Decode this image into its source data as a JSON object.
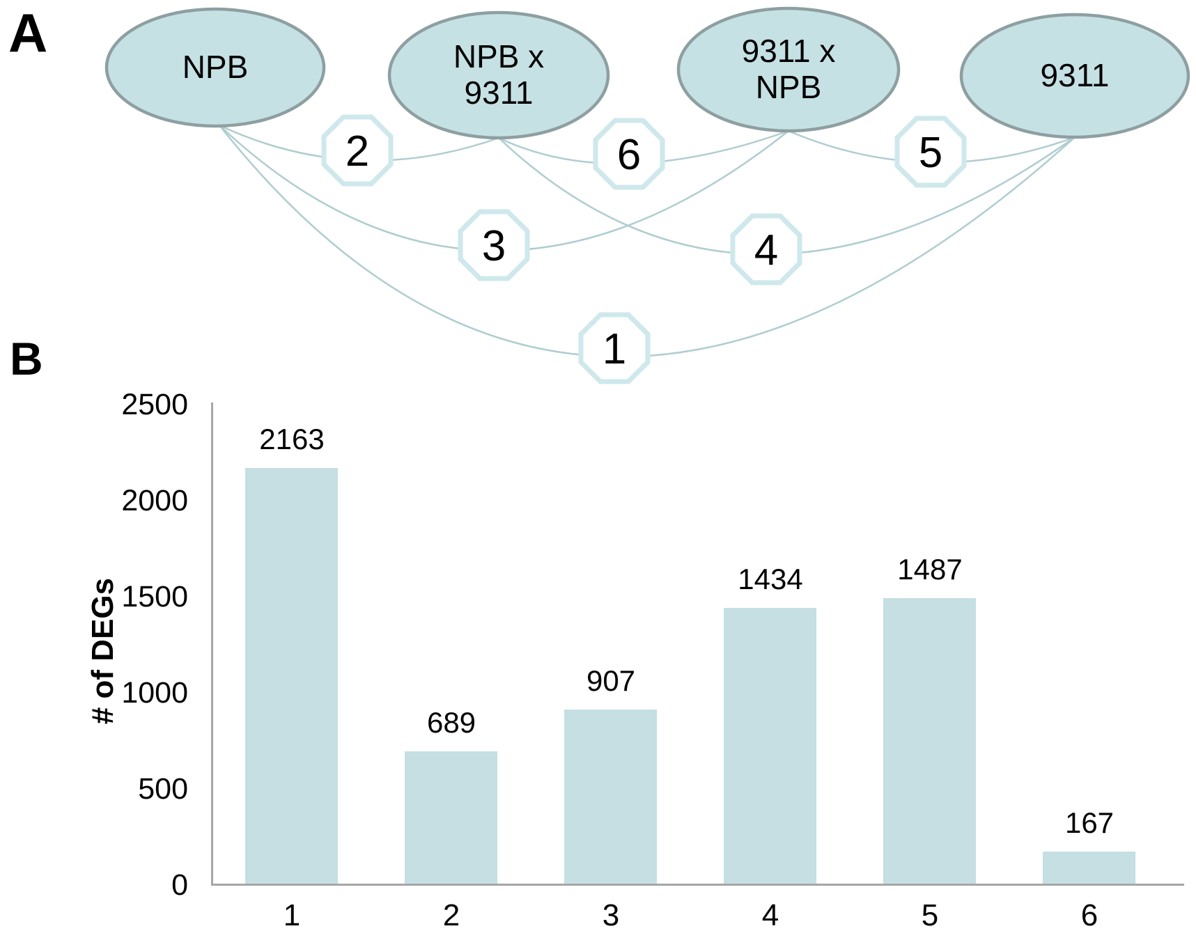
{
  "figure": {
    "panel_a_label": "A",
    "panel_b_label": "B"
  },
  "colors": {
    "node_fill": "#c6e1e4",
    "node_border": "#8e9fa1",
    "edge": "#b0cdd1",
    "badge_fill": "#ffffff",
    "badge_border": "#cee8eb",
    "axis": "#a6a6a6",
    "text": "#000000"
  },
  "diagram": {
    "nodes": [
      {
        "id": "NPB",
        "lines": [
          "NPB"
        ]
      },
      {
        "id": "NPB x 9311",
        "lines": [
          "NPB x",
          "9311"
        ]
      },
      {
        "id": "9311 x NPB",
        "lines": [
          "9311 x",
          "NPB"
        ]
      },
      {
        "id": "9311",
        "lines": [
          "9311"
        ]
      }
    ],
    "edges": [
      {
        "badge": "1",
        "from": "NPB",
        "to": "9311"
      },
      {
        "badge": "2",
        "from": "NPB",
        "to": "NPB x 9311"
      },
      {
        "badge": "3",
        "from": "NPB",
        "to": "9311 x NPB"
      },
      {
        "badge": "4",
        "from": "NPB x 9311",
        "to": "9311"
      },
      {
        "badge": "5",
        "from": "9311 x NPB",
        "to": "9311"
      },
      {
        "badge": "6",
        "from": "NPB x 9311",
        "to": "9311 x NPB"
      }
    ]
  },
  "chart_data": {
    "type": "bar",
    "categories": [
      "1",
      "2",
      "3",
      "4",
      "5",
      "6"
    ],
    "values": [
      2163,
      689,
      907,
      1434,
      1487,
      167
    ],
    "value_labels": [
      "2163",
      "689",
      "907",
      "1434",
      "1487",
      "167"
    ],
    "title": "",
    "xlabel": "",
    "ylabel": "# of DEGs",
    "ylim": [
      0,
      2500
    ],
    "yticks": [
      "2500",
      "2000",
      "1500",
      "1000",
      "500",
      "0"
    ],
    "ytick_interval": 500,
    "grid": false,
    "legend": false,
    "bar_color": "#c5dfe3"
  }
}
